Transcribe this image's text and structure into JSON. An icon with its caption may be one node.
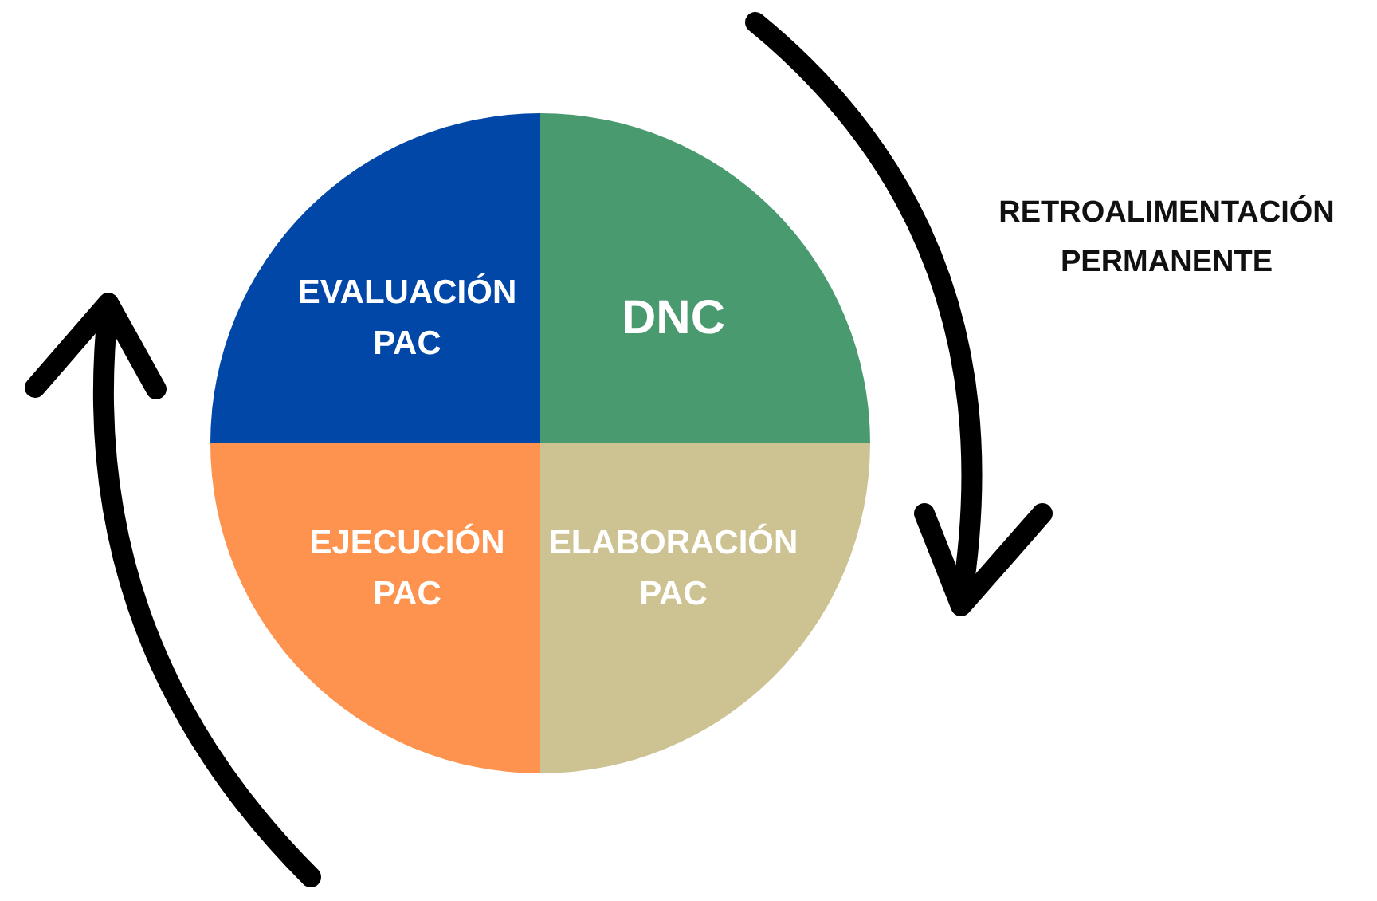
{
  "diagram": {
    "nodes": [
      {
        "text": [
          "EVALUACIÓN PAC"
        ]
      },
      {
        "text": [
          "DNC"
        ]
      },
      {
        "text": [
          "EJECUCIÓN PAC"
        ]
      },
      {
        "text": [
          "ELABORACIÓN PAC"
        ]
      }
    ],
    "labels": [
      "RETROALIMENTACIÓN PERMANENTE"
    ]
  }
}
